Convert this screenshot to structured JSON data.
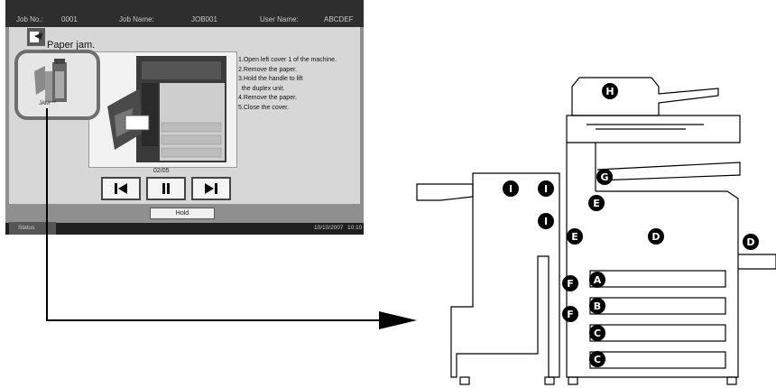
{
  "header": {
    "job_no_label": "Job No.:",
    "job_no": "0001",
    "job_name_label": "Job Name:",
    "job_name": "JOB001",
    "user_name_label": "User Name:",
    "user_name": "ABCDEF"
  },
  "message": {
    "title": "Paper jam.",
    "steps": [
      "1.Open left cover 1 of the machine.",
      "2.Remove the paper.",
      "3.Hold the handle to lift",
      "  the duplex unit.",
      "4.Remove the paper.",
      "5.Close the cover."
    ],
    "thumbnail_label": "JAM***",
    "page_counter": "02/05"
  },
  "controls": {
    "hold_label": "Hold",
    "prev_icon": "skip-back-icon",
    "pause_icon": "pause-icon",
    "next_icon": "skip-forward-icon"
  },
  "status": {
    "label": "Status",
    "date": "10/10/2007",
    "time": "10:10"
  },
  "diagram": {
    "markers": [
      "A",
      "B",
      "C",
      "C",
      "D",
      "D",
      "E",
      "E",
      "F",
      "F",
      "G",
      "H",
      "I",
      "I",
      "I"
    ]
  },
  "colors": {
    "panel_frame": "#8f8f8f",
    "screen_bg": "#d7d7d7",
    "top_bar": "#2e2e2e",
    "marker_fill": "#000000"
  }
}
